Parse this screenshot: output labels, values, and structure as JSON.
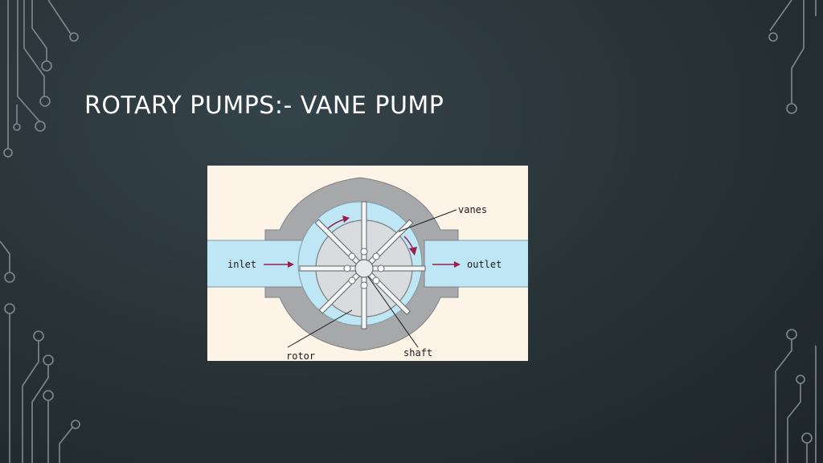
{
  "slide": {
    "title": "ROTARY PUMPS:- VANE PUMP"
  },
  "diagram": {
    "labels": {
      "inlet": "inlet",
      "outlet": "outlet",
      "vanes": "vanes",
      "rotor": "rotor",
      "shaft": "shaft"
    },
    "colors": {
      "background": "#fdf3e6",
      "fluid": "#bfe6f4",
      "casing": "#a6a8aa",
      "rotor": "#d8dcdf",
      "arrow": "#9b1d4e"
    }
  },
  "decoration": {
    "circuit_color": "#7d8a90"
  }
}
